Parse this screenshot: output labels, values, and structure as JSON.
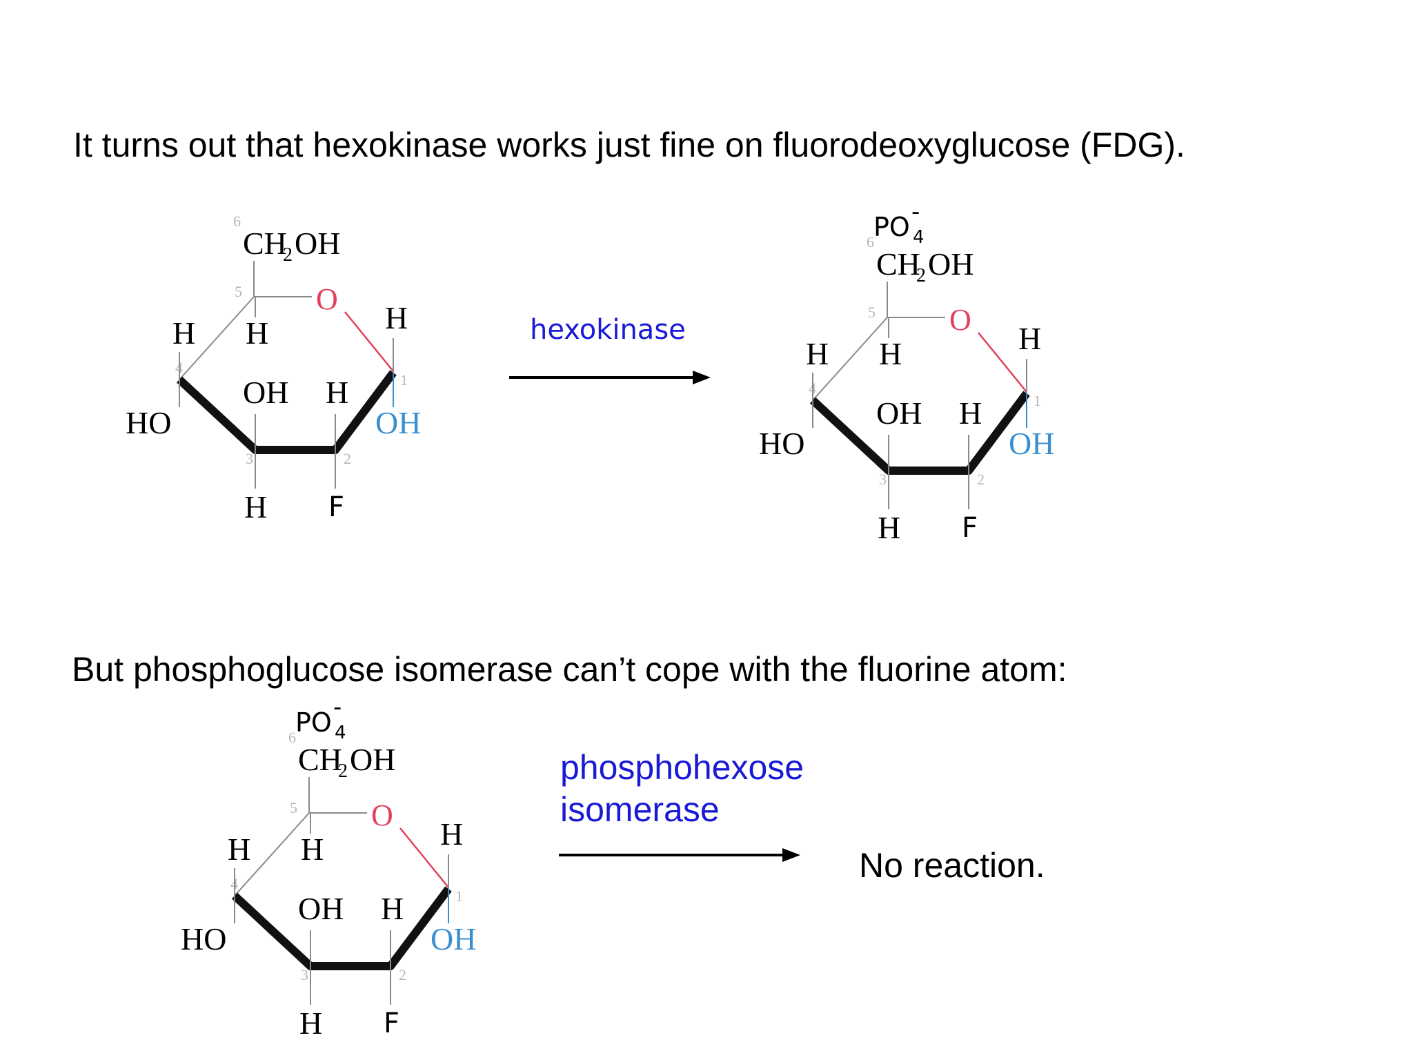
{
  "captions": {
    "top": "It turns out that hexokinase works just fine on fluorodeoxyglucose (FDG).",
    "bottom": "But phosphoglucose isomerase can’t cope with the fluorine atom:"
  },
  "reactions": {
    "first": {
      "enzyme": "hexokinase",
      "arrow_color": "#000000"
    },
    "second": {
      "enzyme_line1": "phosphohexose",
      "enzyme_line2": "isomerase",
      "result": "No reaction."
    }
  },
  "molecule_labels": {
    "ch2": "CH",
    "sub2": "2",
    "oh": "OH",
    "ho": "HO",
    "h": "H",
    "f": "F",
    "ring_o": "O",
    "phosphate": "PO",
    "phosphate_sub": "4",
    "phosphate_charge": "-",
    "carbons": [
      "1",
      "2",
      "3",
      "4",
      "5",
      "6"
    ]
  },
  "colors": {
    "text": "#000000",
    "enzyme": "#1a1ad6",
    "ring_oxygen": "#e0405a",
    "anomeric_oh": "#3a8fd0",
    "bond_gray": "#8a8a8a",
    "numbering_gray": "#b5b5b5"
  }
}
